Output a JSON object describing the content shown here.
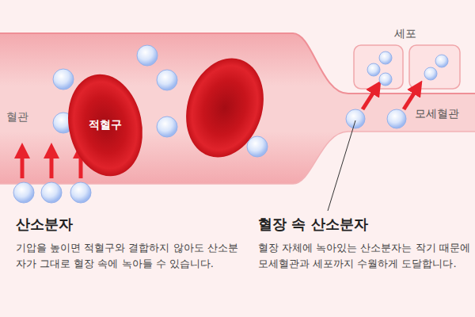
{
  "diagram": {
    "nodes": [
      {
        "text": [
          "적혈구"
        ]
      }
    ],
    "labels": [
      "혈관",
      "세포",
      "모세혈관",
      "산소분자",
      "기압을 높이면 적혈구와 결합하지 않아도 산소분자가 그대로 혈장 속에 녹아들 수 있습니다.",
      "혈장 속 산소분자",
      "혈장 자체에 녹아있는 산소분자는 작기 때문에 모세혈관과 세포까지 수월하게 도달합니다."
    ]
  }
}
